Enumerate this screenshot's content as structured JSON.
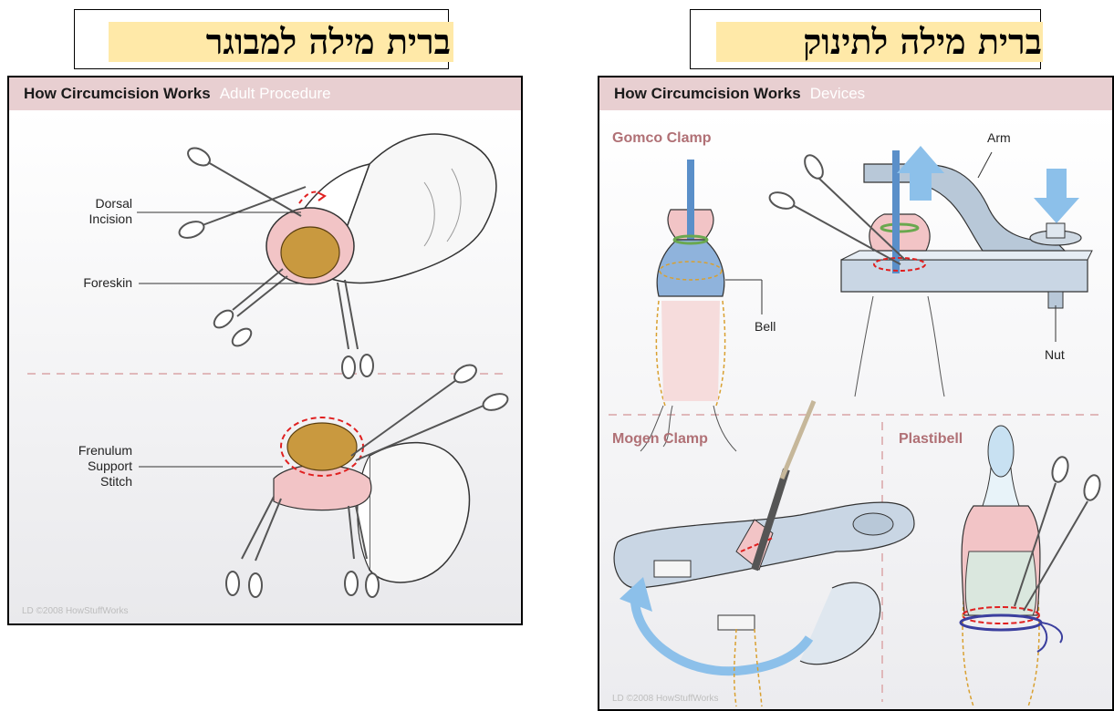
{
  "left": {
    "title": "ברית מילה למבוגר",
    "header_main": "How Circumcision Works",
    "header_sub": "Adult Procedure",
    "labels": {
      "dorsal": "Dorsal\nIncision",
      "foreskin": "Foreskin",
      "frenulum": "Frenulum\nSupport\nStitch"
    },
    "credit": "LD ©2008 HowStuffWorks"
  },
  "right": {
    "title": "ברית מילה לתינוק",
    "header_main": "How Circumcision Works",
    "header_sub": "Devices",
    "sections": {
      "gomco": "Gomco Clamp",
      "mogen": "Mogen Clamp",
      "plastibell": "Plastibell"
    },
    "labels": {
      "arm": "Arm",
      "bell": "Bell",
      "nut": "Nut"
    },
    "credit": "LD ©2008 HowStuffWorks"
  },
  "colors": {
    "header_bg": "#e8cfd1",
    "section_text": "#b07075",
    "title_highlight": "#ffe9a8",
    "skin": "#f2c4c6",
    "glans": "#c9993f",
    "device_blue": "#8fb3dc",
    "arrow_blue": "#8cc0ea",
    "incision_red": "#e02020"
  }
}
